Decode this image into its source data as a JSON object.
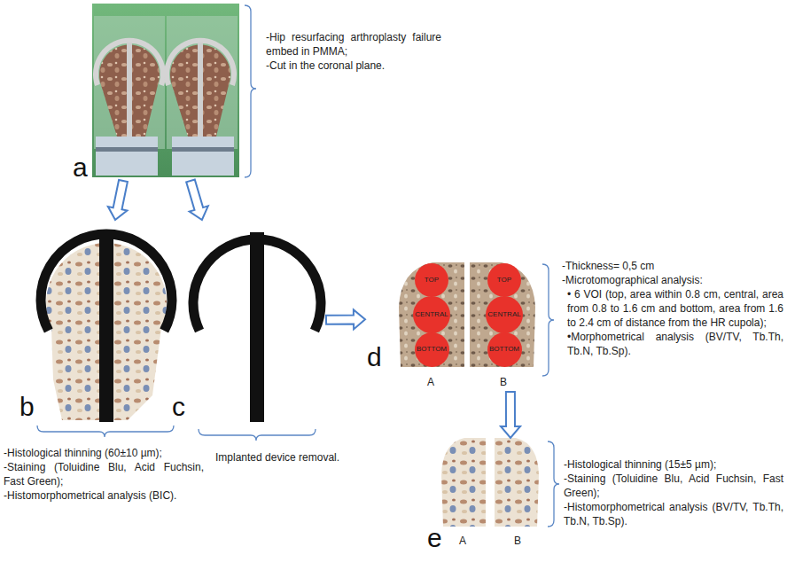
{
  "diagram": {
    "nodes": [
      {
        "text": [
          "a"
        ]
      },
      {
        "text": [
          "b"
        ]
      },
      {
        "text": [
          "c"
        ]
      },
      {
        "text": [
          "d"
        ]
      },
      {
        "text": [
          "TOP"
        ],
        "in": 3
      },
      {
        "text": [
          "CENTRAL"
        ],
        "in": 3
      },
      {
        "text": [
          "BOTTOM"
        ],
        "in": 3
      },
      {
        "text": [
          "TOP"
        ],
        "in": 3
      },
      {
        "text": [
          "CENTRAL"
        ],
        "in": 3
      },
      {
        "text": [
          "BOTTOM"
        ],
        "in": 3
      },
      {
        "text": [
          "e"
        ]
      }
    ],
    "edges": [
      {
        "from": 0,
        "to": 1,
        "arrow": "to"
      },
      {
        "from": 0,
        "to": 2,
        "arrow": "to"
      },
      {
        "from": 2,
        "to": 3,
        "arrow": "to"
      },
      {
        "from": 3,
        "to": 10,
        "arrow": "to"
      }
    ],
    "labels": [
      "-Hip resurfacing arthroplasty failure embed in PMMA;",
      "-Cut in the coronal plane.",
      "-Histological thinning (60±10 µm);",
      "-Staining (Toluidine Blu, Acid Fuchsin, Fast Green);",
      "-Histomorphometrical analysis (BIC).",
      "Implanted device removal.",
      "-Thickness= 0,5 cm",
      "-Microtomographical analysis:",
      "• 6 VOI (top, area within 0.8 cm, central, area from 0.8 to 1.6 cm and bottom, area from 1.6 to 2.4 cm of distance from the HR cupola);",
      "•Morphometrical analysis (BV/TV, Tb.Th, Tb.N, Tb.Sp).",
      "A",
      "B",
      "-Histological thinning (15±5 µm);",
      "-Staining (Toluidine Blu, Acid Fuchsin, Fast Green);",
      "-Histomorphometrical analysis (BV/TV, Tb.Th, Tb.N, Tb.Sp).",
      "A",
      "B"
    ]
  }
}
